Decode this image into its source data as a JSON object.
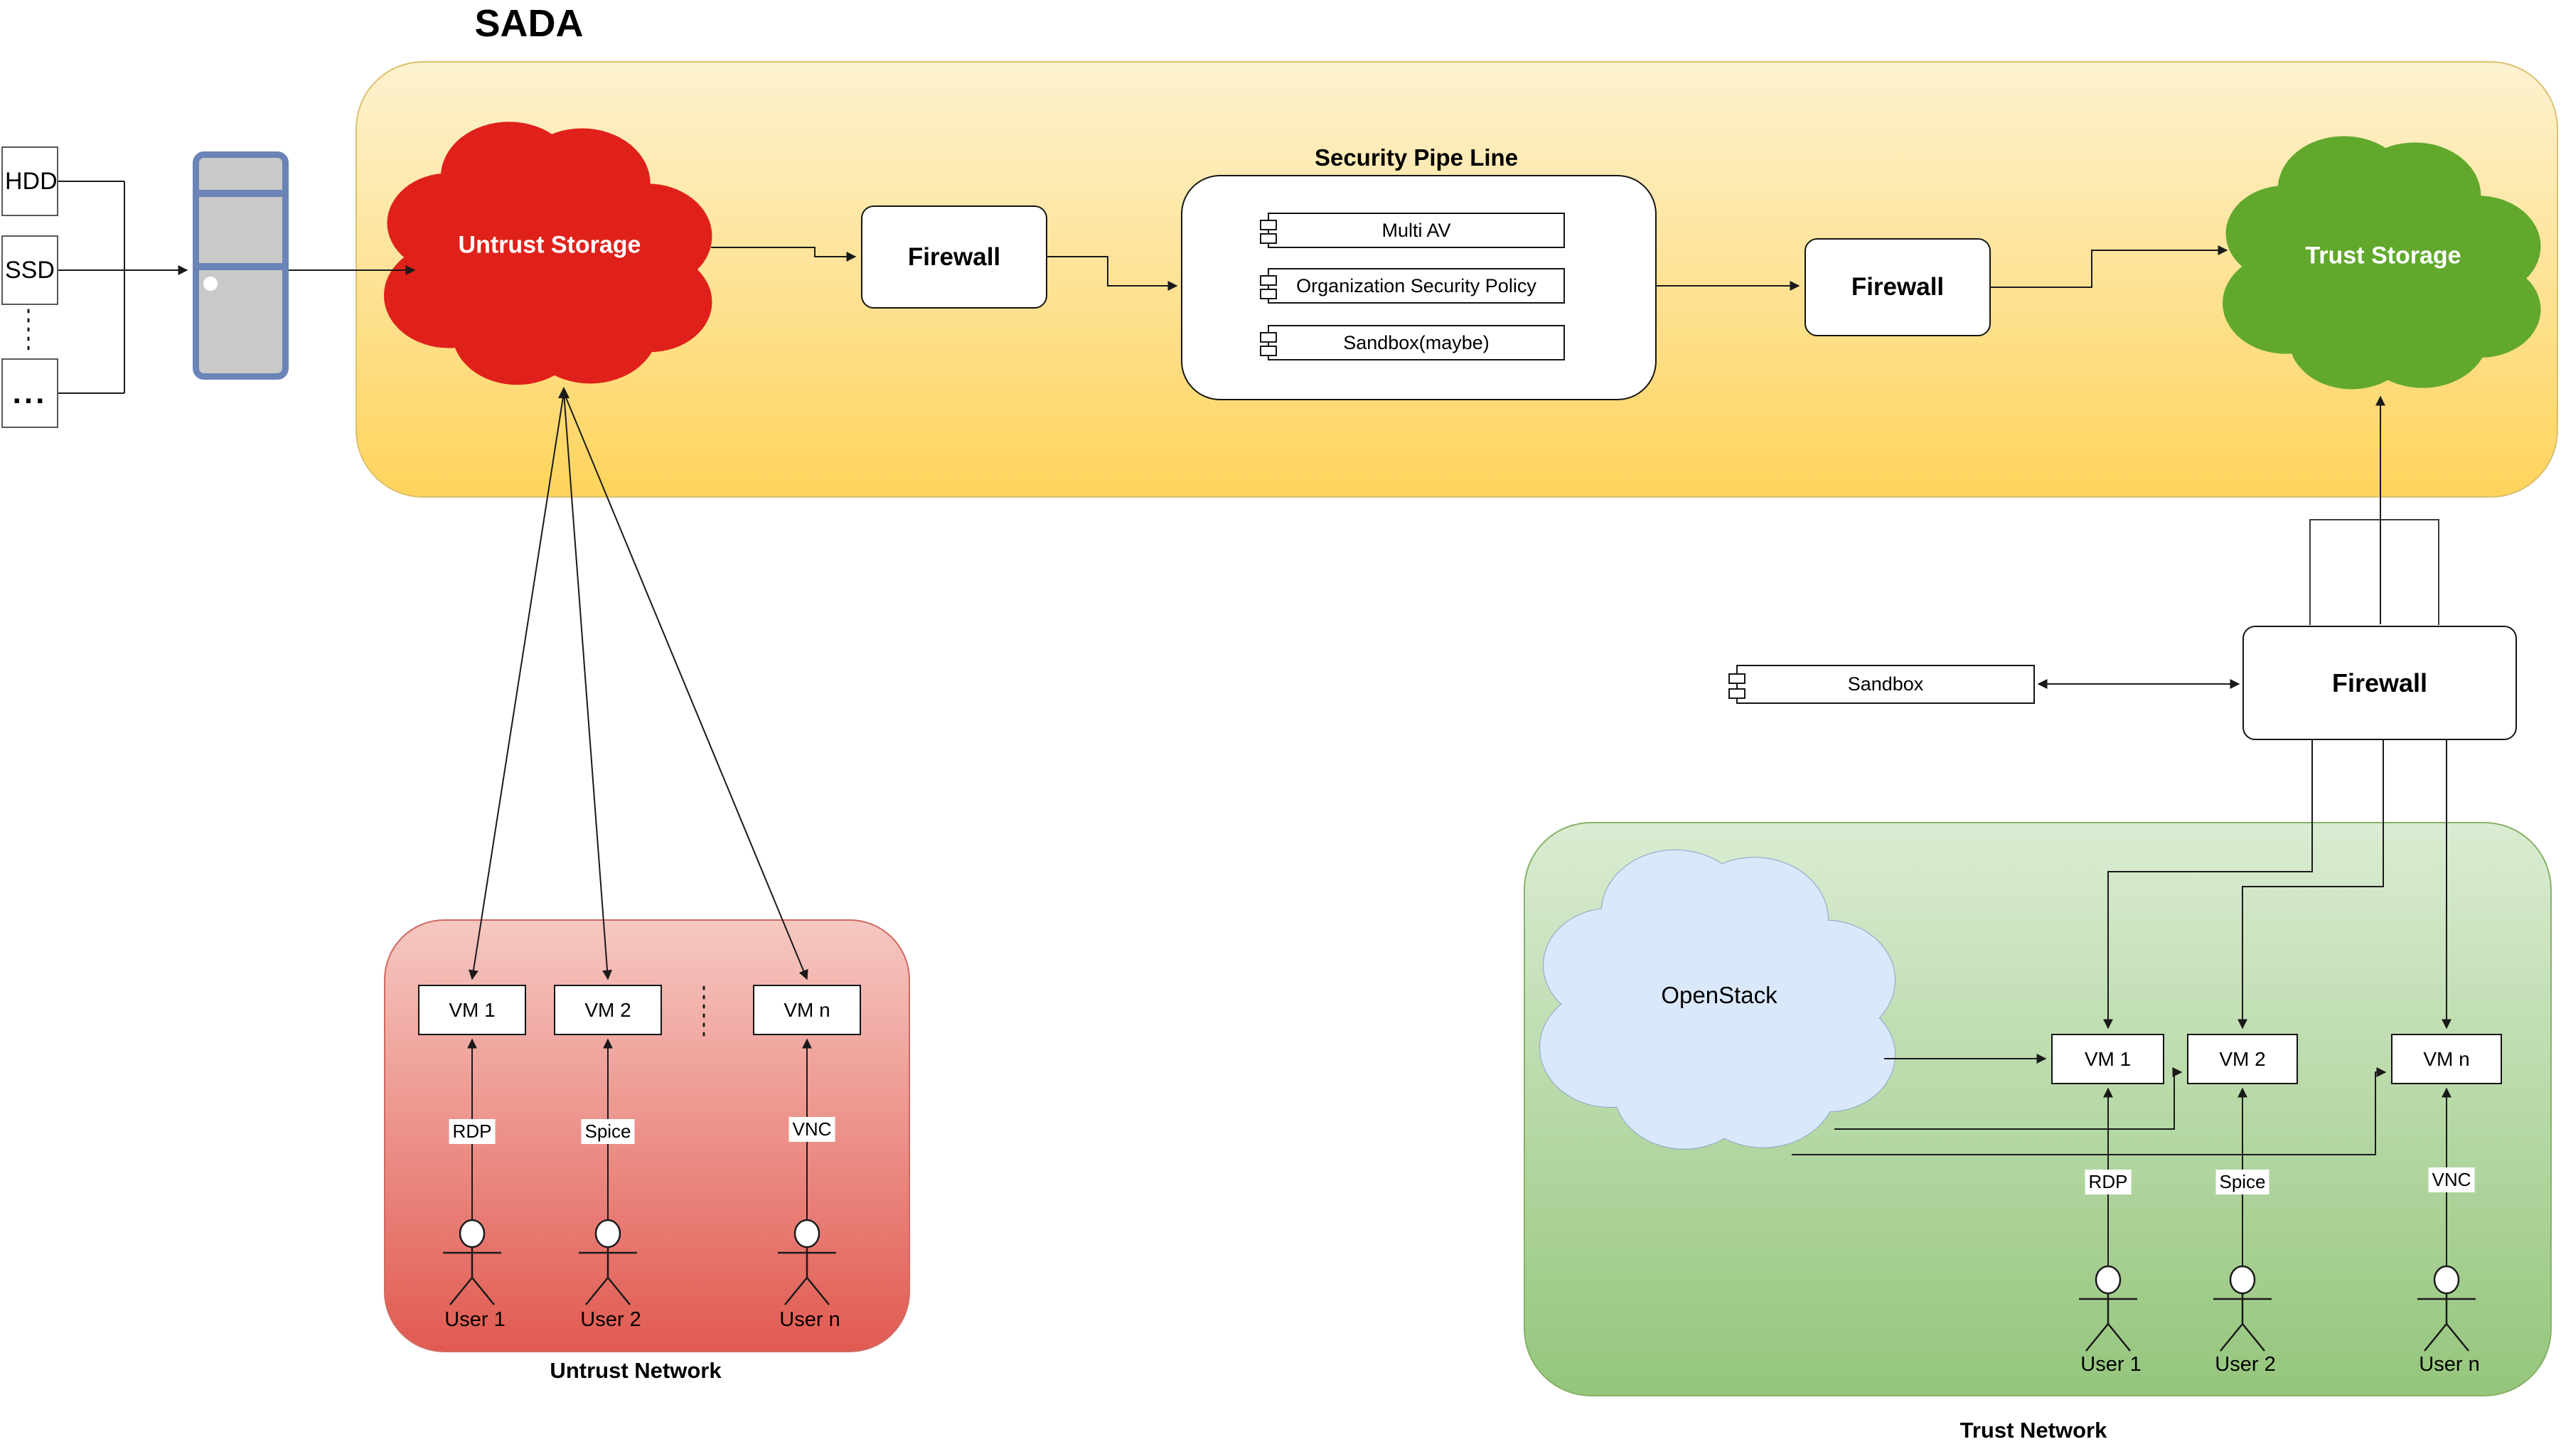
{
  "diagram_title": "SADA",
  "storage_stack": {
    "devices": [
      "HDD",
      "SSD",
      "..."
    ]
  },
  "pipeline": {
    "untrust_storage_label": "Untrust Storage",
    "firewall_in_label": "Firewall",
    "security_pipeline_title": "Security Pipe Line",
    "security_components": [
      "Multi AV",
      "Organization Security Policy",
      "Sandbox(maybe)"
    ],
    "firewall_out_label": "Firewall",
    "trust_storage_label": "Trust Storage"
  },
  "trust_gateway": {
    "firewall_label": "Firewall",
    "sandbox_label": "Sandbox"
  },
  "untrust_network": {
    "title": "Untrust Network",
    "vms": [
      "VM 1",
      "VM 2",
      "VM n"
    ],
    "protocols": [
      "RDP",
      "Spice",
      "VNC"
    ],
    "users": [
      "User 1",
      "User 2",
      "User n"
    ]
  },
  "trust_network": {
    "title": "Trust Network",
    "cloud_label": "OpenStack",
    "vms": [
      "VM 1",
      "VM 2",
      "VM n"
    ],
    "protocols": [
      "RDP",
      "Spice",
      "VNC"
    ],
    "users": [
      "User 1",
      "User 2",
      "User n"
    ]
  },
  "colors": {
    "untrust_storage_fill": "#e0201a",
    "trust_storage_fill": "#61a82d",
    "openstack_fill": "#dae8fc",
    "openstack_stroke": "#8aa3c8",
    "sada_zone_top": "#fdf2d0",
    "sada_zone_bottom": "#ffd45c",
    "untrust_zone_top": "#f6c8c2",
    "untrust_zone_bottom": "#e15a51",
    "trust_zone_top": "#daecd2",
    "trust_zone_bottom": "#95c67c",
    "server_stroke": "#6a84b8",
    "server_fill": "#c9c9c9",
    "connector": "#1a1a1a"
  }
}
